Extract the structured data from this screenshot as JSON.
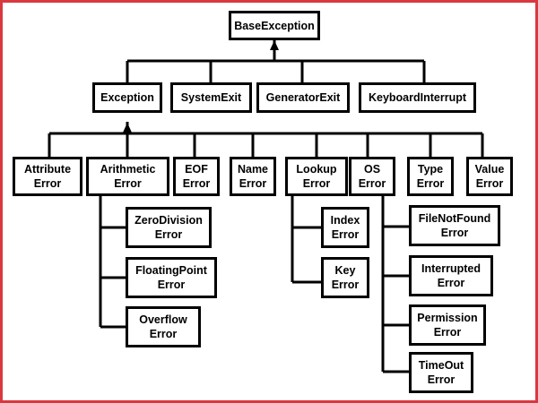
{
  "diagram": {
    "root": "BaseException",
    "level1": [
      "Exception",
      "SystemExit",
      "GeneratorExit",
      "KeyboardInterrupt"
    ],
    "level2": [
      {
        "id": "attribute",
        "line1": "Attribute",
        "line2": "Error"
      },
      {
        "id": "arithmetic",
        "line1": "Arithmetic",
        "line2": "Error"
      },
      {
        "id": "eof",
        "line1": "EOF",
        "line2": "Error"
      },
      {
        "id": "name",
        "line1": "Name",
        "line2": "Error"
      },
      {
        "id": "lookup",
        "line1": "Lookup",
        "line2": "Error"
      },
      {
        "id": "os",
        "line1": "OS",
        "line2": "Error"
      },
      {
        "id": "type",
        "line1": "Type",
        "line2": "Error"
      },
      {
        "id": "value",
        "line1": "Value",
        "line2": "Error"
      }
    ],
    "arithmetic_children": [
      {
        "line1": "ZeroDivision",
        "line2": "Error"
      },
      {
        "line1": "FloatingPoint",
        "line2": "Error"
      },
      {
        "line1": "Overflow",
        "line2": "Error"
      }
    ],
    "lookup_children": [
      {
        "line1": "Index",
        "line2": "Error"
      },
      {
        "line1": "Key",
        "line2": "Error"
      }
    ],
    "os_children": [
      {
        "line1": "FileNotFound",
        "line2": "Error"
      },
      {
        "line1": "Interrupted",
        "line2": "Error"
      },
      {
        "line1": "Permission",
        "line2": "Error"
      },
      {
        "line1": "TimeOut",
        "line2": "Error"
      }
    ]
  },
  "colors": {
    "frame_border": "#d9383f",
    "box_border": "#000000",
    "line": "#000000"
  }
}
